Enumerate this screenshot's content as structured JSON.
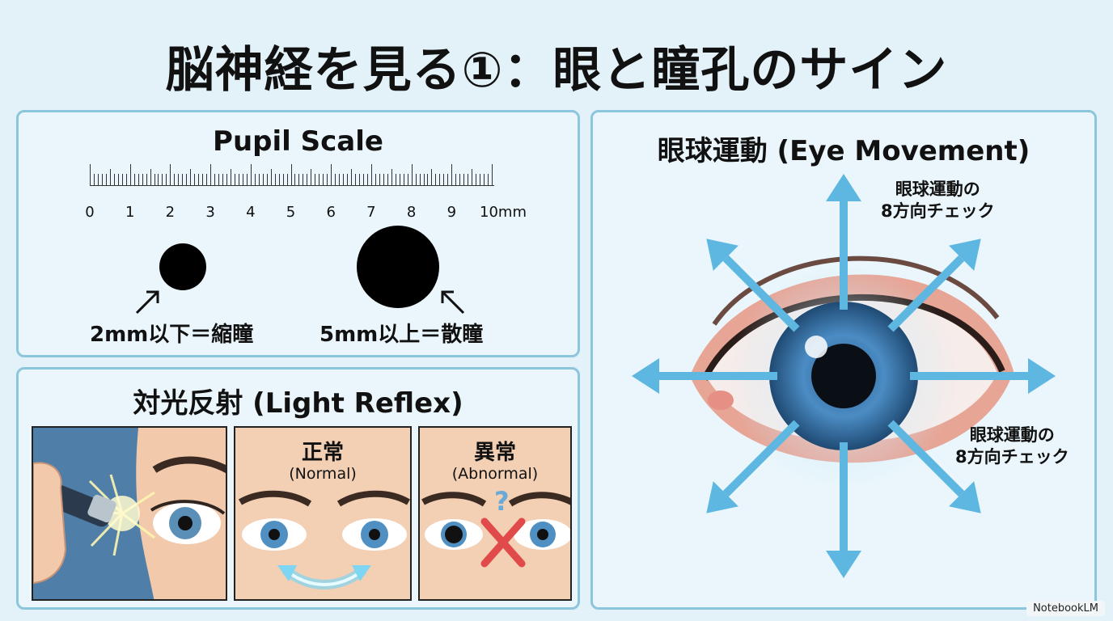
{
  "title": "脳神経を見る①：眼と瞳孔のサイン",
  "scale_panel": {
    "title": "Pupil Scale",
    "ticks": [
      "0",
      "1",
      "2",
      "3",
      "4",
      "5",
      "6",
      "7",
      "8",
      "9",
      "10mm"
    ],
    "small_label": "2mm以下＝縮瞳",
    "large_label": "5mm以上＝散瞳"
  },
  "reflex_panel": {
    "title": "対光反射 (Light Reflex)",
    "normal_title": "正常",
    "normal_sub": "(Normal)",
    "abnormal_title": "異常",
    "abnormal_sub": "(Abnormal)",
    "question_mark": "?"
  },
  "eye_panel": {
    "title": "眼球運動 (Eye Movement)",
    "note_top_1": "眼球運動の",
    "note_top_2": "8方向チェック",
    "note_right_1": "眼球運動の",
    "note_right_2": "8方向チェック"
  },
  "colors": {
    "panel_border": "#8cc6dc",
    "arrow": "#5db7e0",
    "skin": "#f3cfb4",
    "iris": "#3f7fb5"
  },
  "watermark": "NotebookLM"
}
